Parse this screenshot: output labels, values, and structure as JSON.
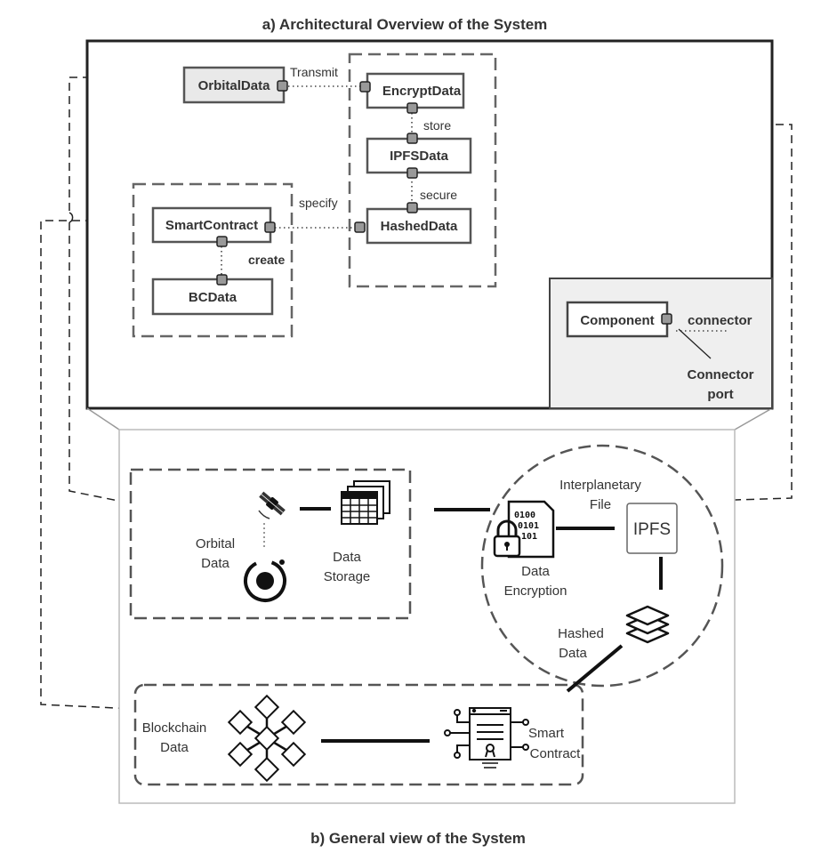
{
  "captions": {
    "top": "a) Architectural Overview of the System",
    "bottom": "b) General view of the System"
  },
  "components": {
    "orbital_data": "OrbitalData",
    "encrypt_data": "EncryptData",
    "ipfs_data": "IPFSData",
    "hashed_data": "HashedData",
    "smart_contract": "SmartContract",
    "bc_data": "BCData",
    "legend_component": "Component"
  },
  "connectors": {
    "transmit": "Transmit",
    "store": "store",
    "secure": "secure",
    "specify": "specify",
    "create": "create"
  },
  "legend": {
    "connector": "connector",
    "connector_port_line1": "Connector",
    "connector_port_line2": "port"
  },
  "general_view": {
    "orbital_line1": "Orbital",
    "orbital_line2": "Data",
    "storage_line1": "Data",
    "storage_line2": "Storage",
    "interplanetary_line1": "Interplanetary",
    "interplanetary_line2": "File",
    "ipfs_logo": "IPFS",
    "encryption_line1": "Data",
    "encryption_line2": "Encryption",
    "hashed_line1": "Hashed",
    "hashed_line2": "Data",
    "blockchain_line1": "Blockchain",
    "blockchain_line2": "Data",
    "smart_line1": "Smart",
    "smart_line2": "Contract",
    "binary_text": "0100 0101 101"
  },
  "icons": [
    "satellite-icon",
    "sensor-ring-icon",
    "spreadsheet-stack-icon",
    "encrypted-file-icon",
    "ipfs-icon",
    "hash-stack-icon",
    "blockchain-cubes-icon",
    "contract-circuit-icon"
  ]
}
